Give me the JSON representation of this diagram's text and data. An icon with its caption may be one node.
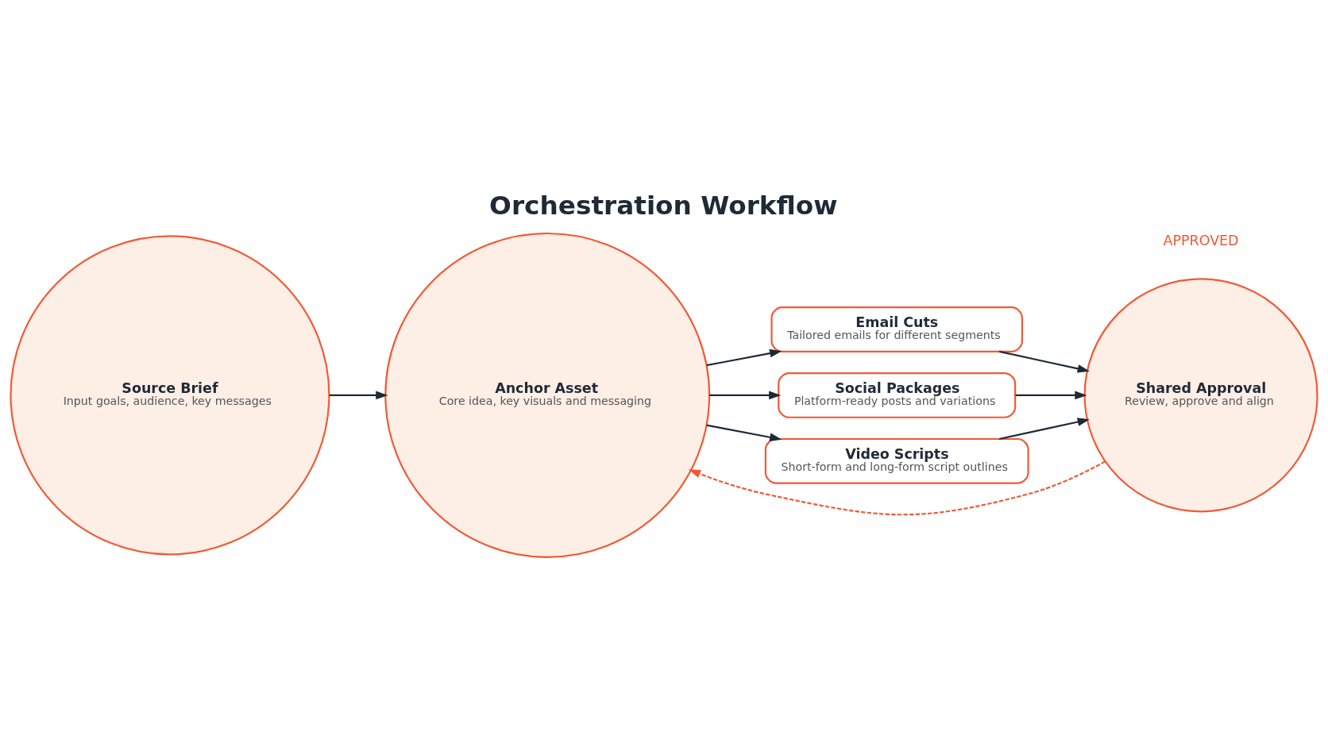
{
  "diagram": {
    "title": "Orchestration Workflow",
    "nodes": [
      {
        "text": [
          "Source Brief",
          "Input goals, audience, key messages"
        ]
      },
      {
        "text": [
          "Anchor Asset",
          "Core idea, key visuals and messaging"
        ]
      },
      {
        "text": [
          "Email Cuts",
          "Tailored emails for different segments"
        ]
      },
      {
        "text": [
          "Social Packages",
          "Platform-ready posts and variations"
        ]
      },
      {
        "text": [
          "Video Scripts",
          "Short-form and long-form script outlines"
        ]
      },
      {
        "text": [
          "Shared Approval",
          "Review, approve and align"
        ]
      }
    ],
    "edges": [
      {
        "from": 0,
        "to": 1,
        "arrow": "to"
      },
      {
        "from": 1,
        "to": 2,
        "arrow": "to"
      },
      {
        "from": 1,
        "to": 3,
        "arrow": "to"
      },
      {
        "from": 1,
        "to": 4,
        "arrow": "to"
      },
      {
        "from": 2,
        "to": 5,
        "arrow": "to"
      },
      {
        "from": 3,
        "to": 5,
        "arrow": "to"
      },
      {
        "from": 4,
        "to": 5,
        "arrow": "to"
      },
      {
        "from": 5,
        "to": 1,
        "arrow": "to",
        "style": "dashed",
        "color": "#f05a35"
      }
    ],
    "labels": [
      "APPROVED"
    ]
  }
}
